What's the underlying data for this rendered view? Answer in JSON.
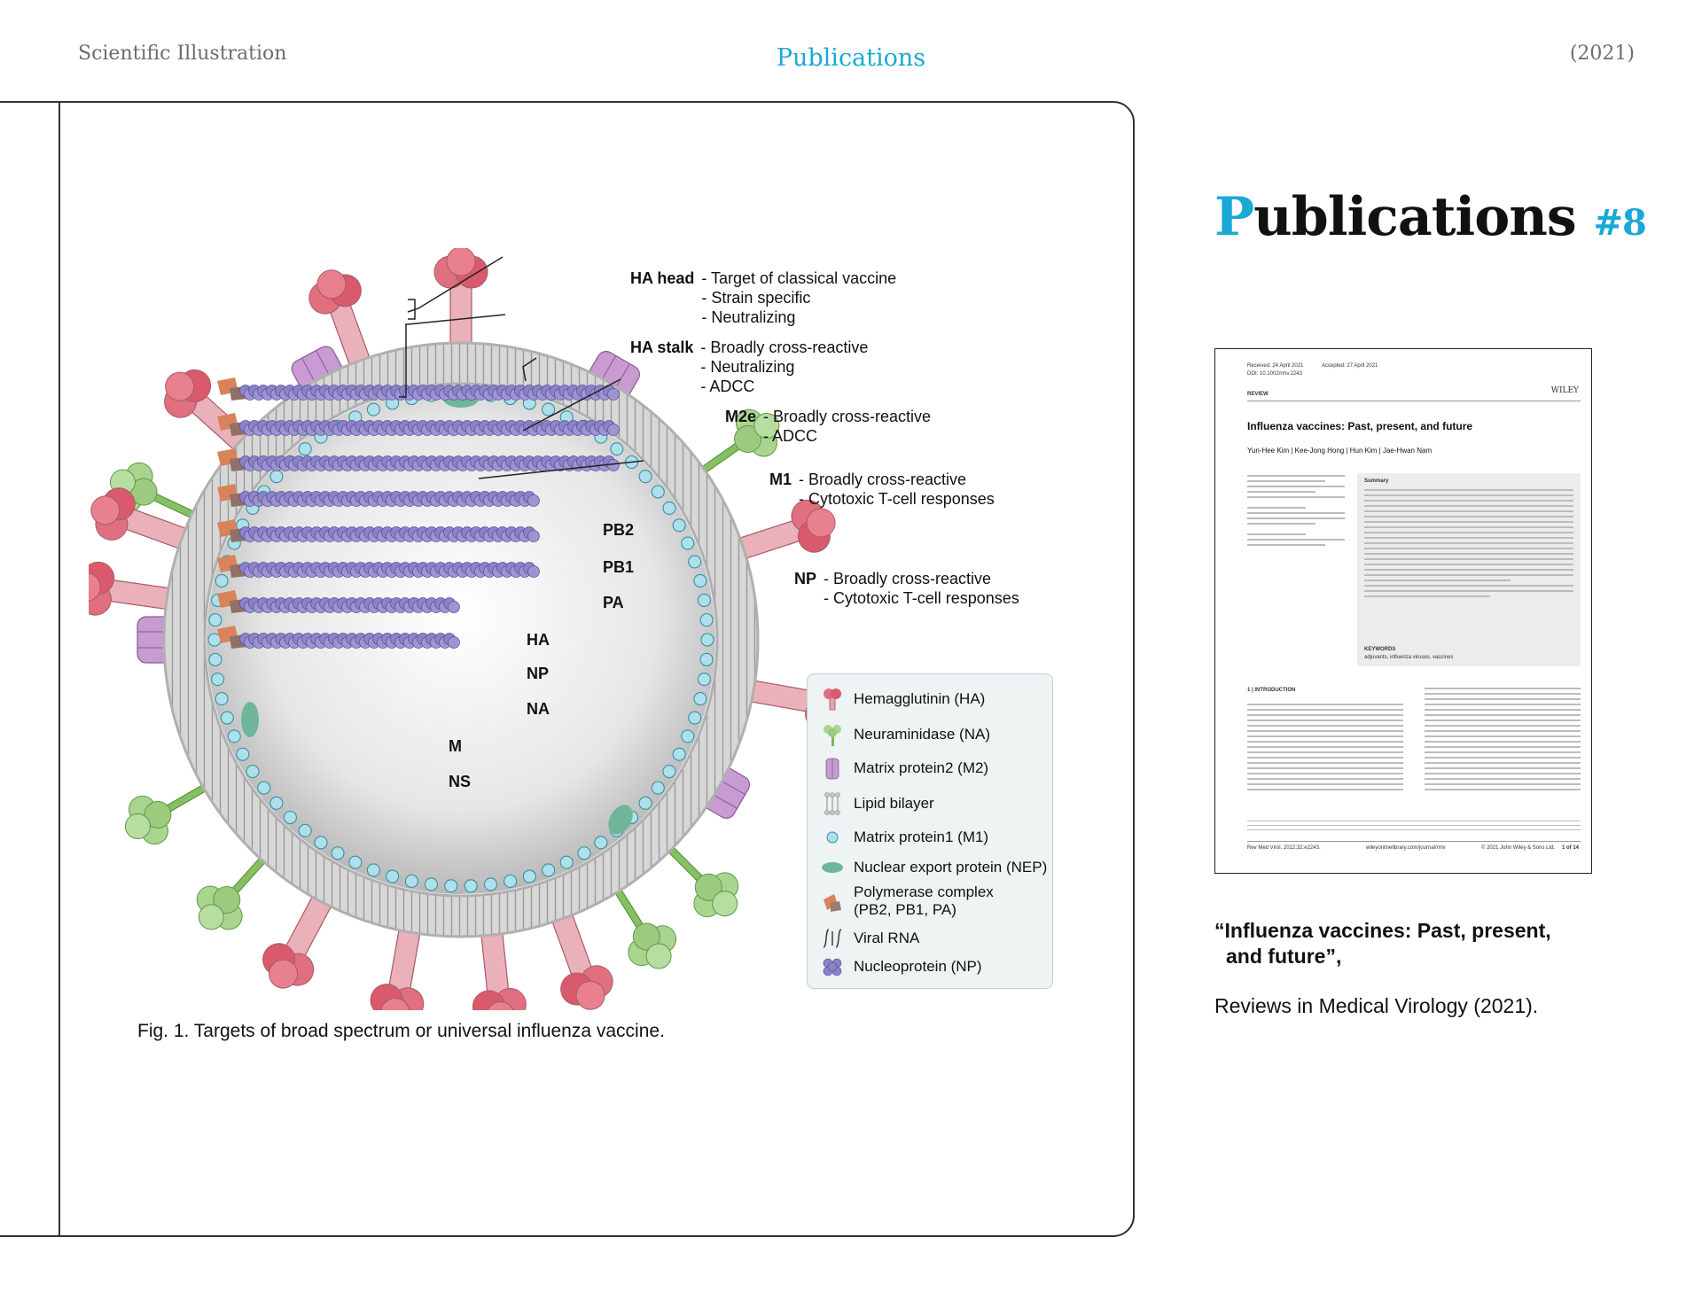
{
  "header": {
    "left": "Scientific Illustration",
    "center": "Publications",
    "right": "(2021)"
  },
  "figure": {
    "annotations": {
      "ha_head": {
        "key": "HA head",
        "lines": [
          "- Target of classical vaccine",
          "- Strain specific",
          "- Neutralizing"
        ]
      },
      "ha_stalk": {
        "key": "HA stalk",
        "lines": [
          "- Broadly cross-reactive",
          "- Neutralizing",
          "- ADCC"
        ]
      },
      "m2e": {
        "key": "M2e",
        "lines": [
          "- Broadly cross-reactive",
          "- ADCC"
        ]
      },
      "m1": {
        "key": "M1",
        "lines": [
          "- Broadly cross-reactive",
          "- Cytotoxic T-cell responses"
        ]
      },
      "np": {
        "key": "NP",
        "lines": [
          "- Broadly cross-reactive",
          "- Cytotoxic T-cell responses"
        ]
      }
    },
    "segments": [
      "PB2",
      "PB1",
      "PA",
      "HA",
      "NP",
      "NA",
      "M",
      "NS"
    ],
    "legend": [
      {
        "label": "Hemagglutinin (HA)",
        "icon": "hemagglutinin-icon"
      },
      {
        "label": "Neuraminidase (NA)",
        "icon": "neuraminidase-icon"
      },
      {
        "label": "Matrix protein2 (M2)",
        "icon": "m2-icon"
      },
      {
        "label": "Lipid bilayer",
        "icon": "lipid-icon"
      },
      {
        "label": "Matrix protein1 (M1)",
        "icon": "m1-icon"
      },
      {
        "label": "Nuclear export protein (NEP)",
        "icon": "nep-icon"
      },
      {
        "label": "Polymerase complex",
        "label2": "(PB2, PB1, PA)",
        "icon": "polymerase-icon"
      },
      {
        "label": "Viral RNA",
        "icon": "rna-icon"
      },
      {
        "label": "Nucleoprotein (NP)",
        "icon": "np-icon"
      }
    ],
    "caption": "Fig. 1. Targets of broad spectrum or universal influenza vaccine."
  },
  "publication": {
    "title_first": "P",
    "title_rest": "ublications",
    "number": "#8",
    "paper": {
      "received": "Received: 24 April 2021",
      "accepted": "Accepted: 27 April 2021",
      "doi": "DOI: 10.1002/rmv.2243",
      "section": "REVIEW",
      "publisher": "WILEY",
      "title": "Influenza vaccines: Past, present, and future",
      "authors": "Yun-Hee Kim | Kee-Jong Hong | Hun Kim | Jae-Hwan Nam",
      "summary_head": "Summary",
      "keywords_head": "KEYWORDS",
      "keywords": "adjuvants, influenza viruses, vaccines",
      "intro_head": "1 | INTRODUCTION",
      "footer_left": "Rev Med Virol. 2022;32:e2243.",
      "footer_mid": "wileyonlinelibrary.com/journal/rmv",
      "footer_right": "© 2021 John Wiley & Sons Ltd.",
      "page": "1 of 14"
    },
    "quote_line1": "“Influenza vaccines: Past, present,",
    "quote_line2": "and future”,",
    "journal": "Reviews in Medical Virology (2021)."
  },
  "colors": {
    "accent": "#1aa8d6",
    "ha": "#e06f80",
    "na": "#a9d58f",
    "m2": "#c99bd3",
    "m1": "#aee0ea",
    "nep": "#6fb59a",
    "np": "#8c82c8",
    "polymerase": "#d9835a"
  }
}
